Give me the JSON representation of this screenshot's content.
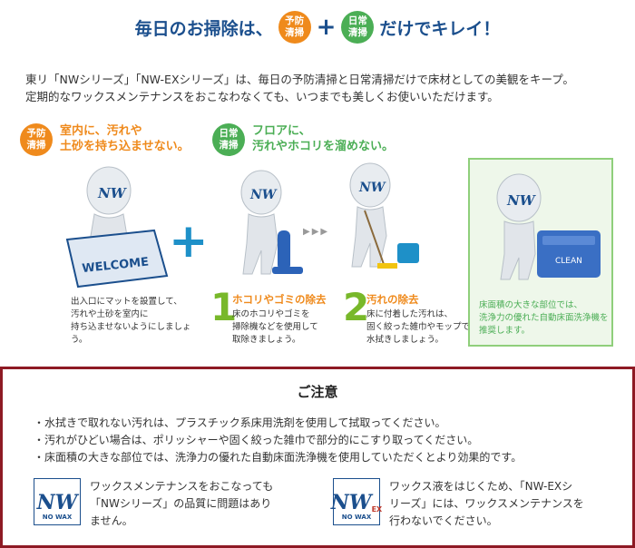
{
  "headline": {
    "part1": "毎日のお掃除は、",
    "badge1": "予防\n清掃",
    "plus": "+",
    "badge2": "日常\n清掃",
    "part2": "だけでキレイ！"
  },
  "intro": {
    "line1": "東リ「NWシリーズ」「NW-EXシリーズ」は、毎日の予防清掃と日常清掃だけで床材としての美観をキープ。",
    "line2": "定期的なワックスメンテナンスをおこなわなくても、いつまでも美しくお使いいただけます。"
  },
  "prevent": {
    "badge": "予防\n清掃",
    "title": "室内に、汚れや\n土砂を持ち込ませない。",
    "mat_text": "WELCOME",
    "caption": "出入口にマットを設置して、\n汚れや土砂を室内に\n持ち込ませないようにしましょう。"
  },
  "daily": {
    "badge": "日常\n清掃",
    "title": "フロアに、\n汚れやホコリを溜めない。",
    "plus": "+",
    "arrows": "▶▶▶",
    "step1": {
      "num": "1",
      "title": "ホコリやゴミの除去",
      "caption": "床のホコリやゴミを\n掃除機などを使用して\n取除きましょう。"
    },
    "step2": {
      "num": "2",
      "title": "汚れの除去",
      "caption": "床に付着した汚れは、\n固く絞った雑巾やモップで\n水拭きしましょう。"
    }
  },
  "machine": {
    "label": "CLEAN",
    "caption": "床面積の大きな部位では、\n洗浄力の優れた自動床面洗浄機を\n推奨します。"
  },
  "figure_logo": "NW",
  "notice": {
    "title": "ご注意",
    "bullets": [
      "水拭きで取れない汚れは、プラスチック系床用洗剤を使用して拭取ってください。",
      "汚れがひどい場合は、ポリッシャーや固く絞った雑巾で部分的にこすり取ってください。",
      "床面積の大きな部位では、洗浄力の優れた自動床面洗浄機を使用していただくとより効果的です。"
    ],
    "badge_nw": {
      "logo": "NW",
      "sub": "NO WAX",
      "text": "ワックスメンテナンスをおこなっても\n「NWシリーズ」の品質に問題はあり\nません。"
    },
    "badge_ex": {
      "logo": "NW",
      "ex": "EX",
      "sub": "NO WAX",
      "text": "ワックス液をはじくため､「NW-EXシ\nリーズ」には、ワックスメンテナンスを\n行わないでください。"
    }
  },
  "colors": {
    "navy": "#1b4f8d",
    "orange": "#ef8a1c",
    "green": "#4bae55",
    "red_frame": "#8e1a24",
    "blue_plus": "#1e90c8"
  }
}
